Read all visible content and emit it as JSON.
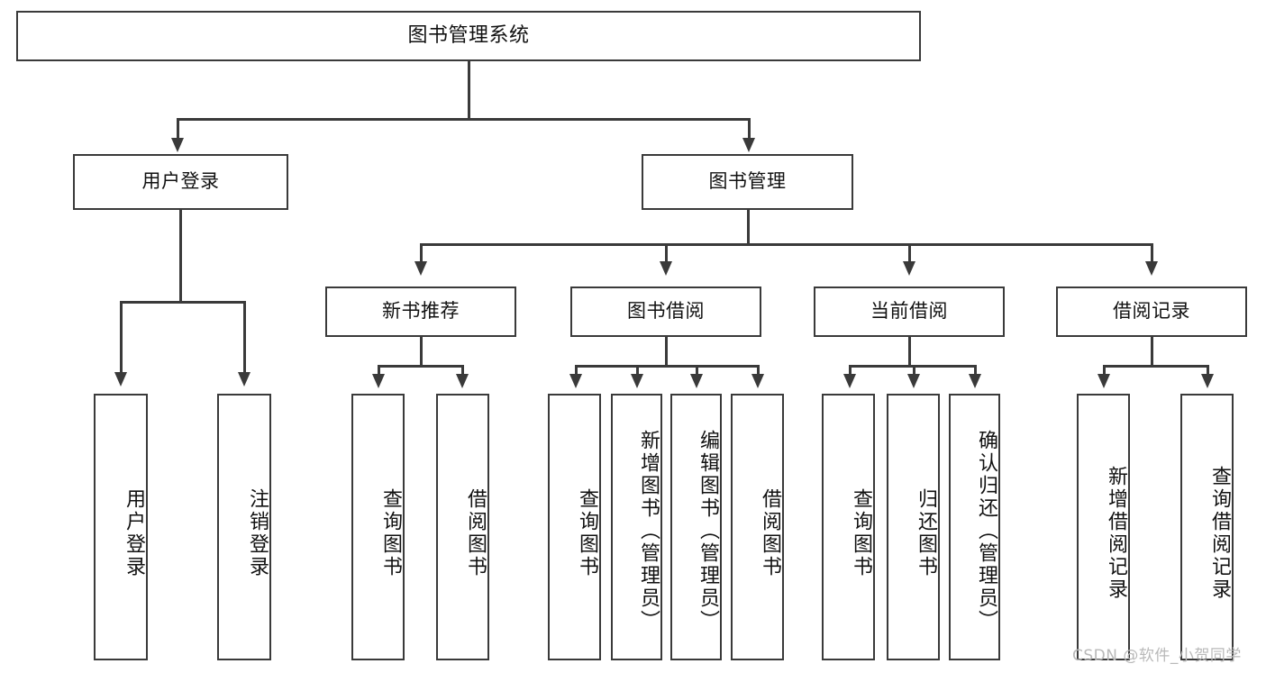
{
  "diagram": {
    "type": "tree-hierarchy-chart",
    "title": "图书管理系统",
    "stroke_color": "#3a3a3a",
    "background_color": "#ffffff",
    "root": {
      "label": "图书管理系统",
      "children": [
        {
          "label": "用户登录",
          "children": [
            {
              "label": "用户登录"
            },
            {
              "label": "注销登录"
            }
          ]
        },
        {
          "label": "图书管理",
          "children": [
            {
              "label": "新书推荐",
              "children": [
                {
                  "label": "查询图书"
                },
                {
                  "label": "借阅图书"
                }
              ]
            },
            {
              "label": "图书借阅",
              "children": [
                {
                  "label": "查询图书"
                },
                {
                  "label": "新增图书（管理员）"
                },
                {
                  "label": "编辑图书（管理员）"
                },
                {
                  "label": "借阅图书"
                }
              ]
            },
            {
              "label": "当前借阅",
              "children": [
                {
                  "label": "查询图书"
                },
                {
                  "label": "归还图书"
                },
                {
                  "label": "确认归还（管理员）"
                }
              ]
            },
            {
              "label": "借阅记录",
              "children": [
                {
                  "label": "新增借阅记录"
                },
                {
                  "label": "查询借阅记录"
                }
              ]
            }
          ]
        }
      ]
    }
  },
  "watermark": {
    "text": "CSDN @软件_小贺同学"
  }
}
